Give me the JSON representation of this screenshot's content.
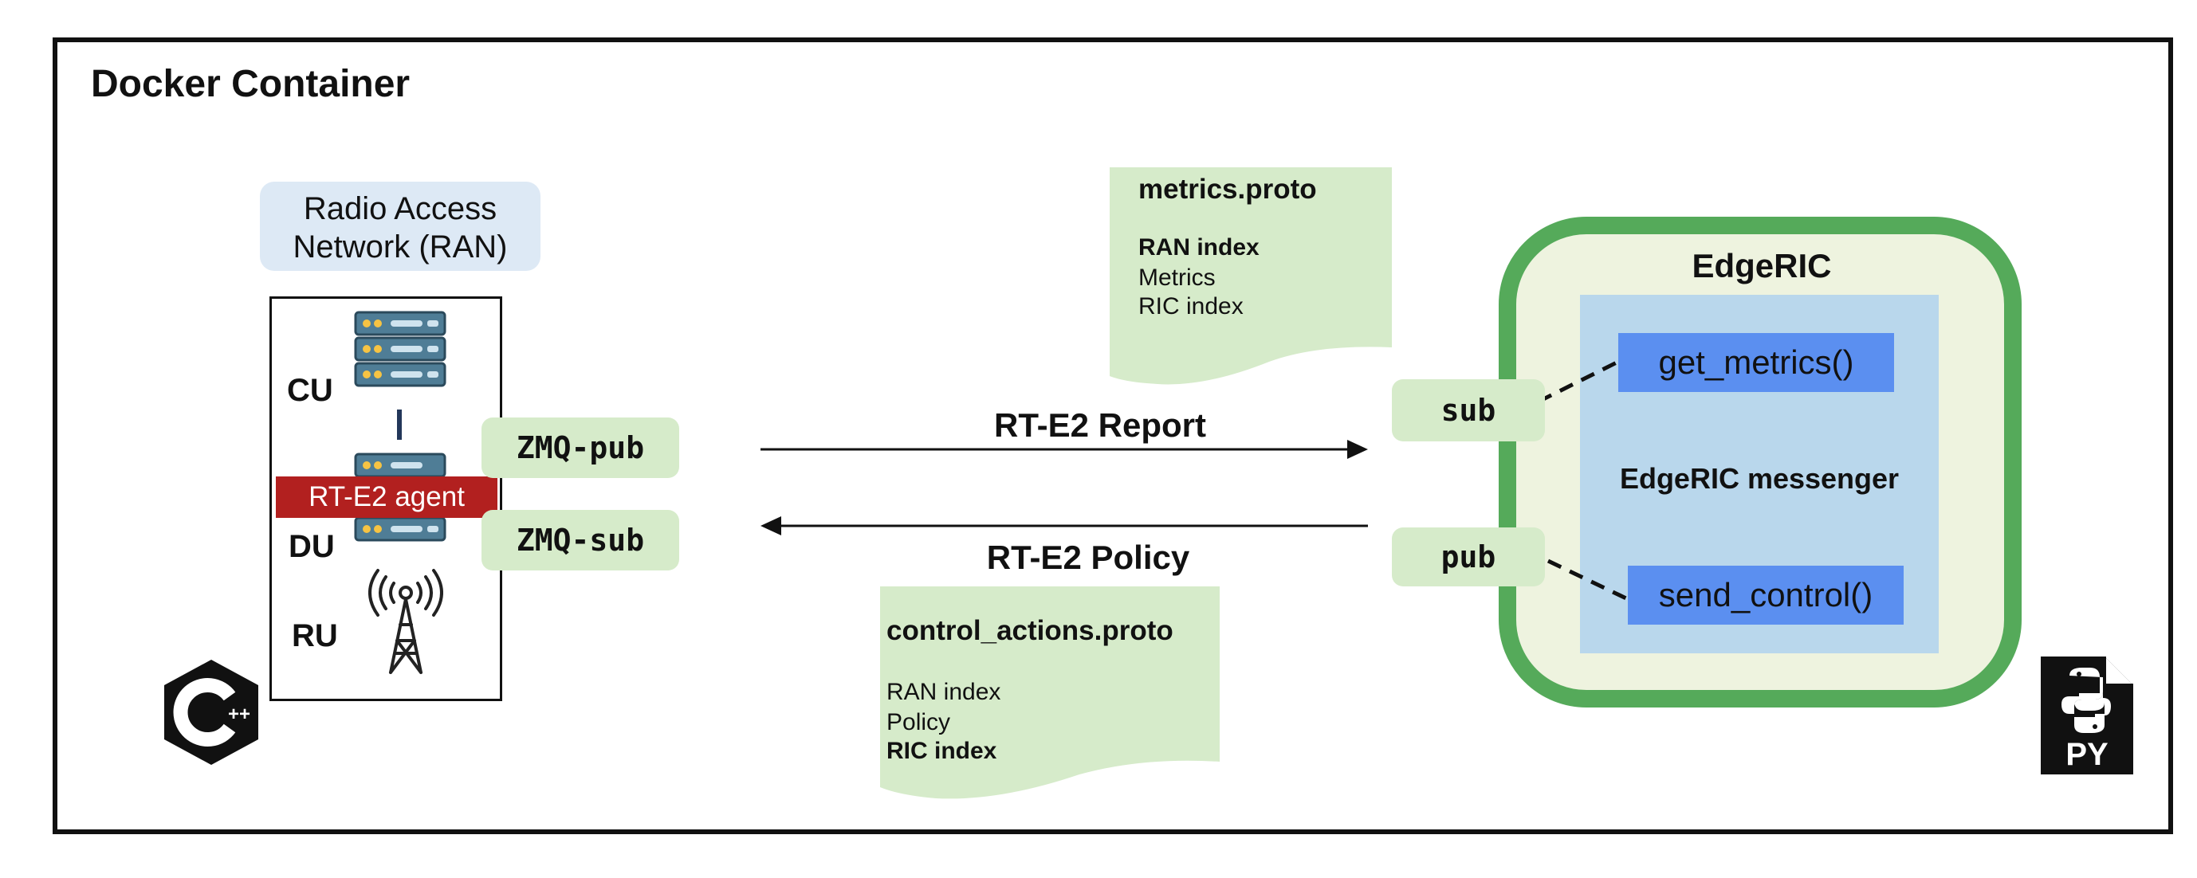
{
  "diagram": {
    "container_title": "Docker Container",
    "ran": {
      "label_line1": "Radio Access",
      "label_line2": "Network (RAN)",
      "cu": "CU",
      "du": "DU",
      "ru": "RU",
      "agent": "RT-E2 agent",
      "zmq_pub": "ZMQ-pub",
      "zmq_sub": "ZMQ-sub"
    },
    "report_label": "RT-E2 Report",
    "policy_label": "RT-E2 Policy",
    "metrics_doc": {
      "title": "metrics.proto",
      "line1": "RAN index",
      "line2": "Metrics",
      "line3": "RIC index"
    },
    "control_doc": {
      "title": "control_actions.proto",
      "line1": "RAN index",
      "line2": "Policy",
      "line3": "RIC index"
    },
    "edgeric": {
      "title": "EdgeRIC",
      "messenger": "EdgeRIC messenger",
      "get_metrics": "get_metrics()",
      "send_control": "send_control()",
      "sub": "sub",
      "pub": "pub"
    },
    "python_badge": "PY",
    "cpp_badge": "++"
  }
}
